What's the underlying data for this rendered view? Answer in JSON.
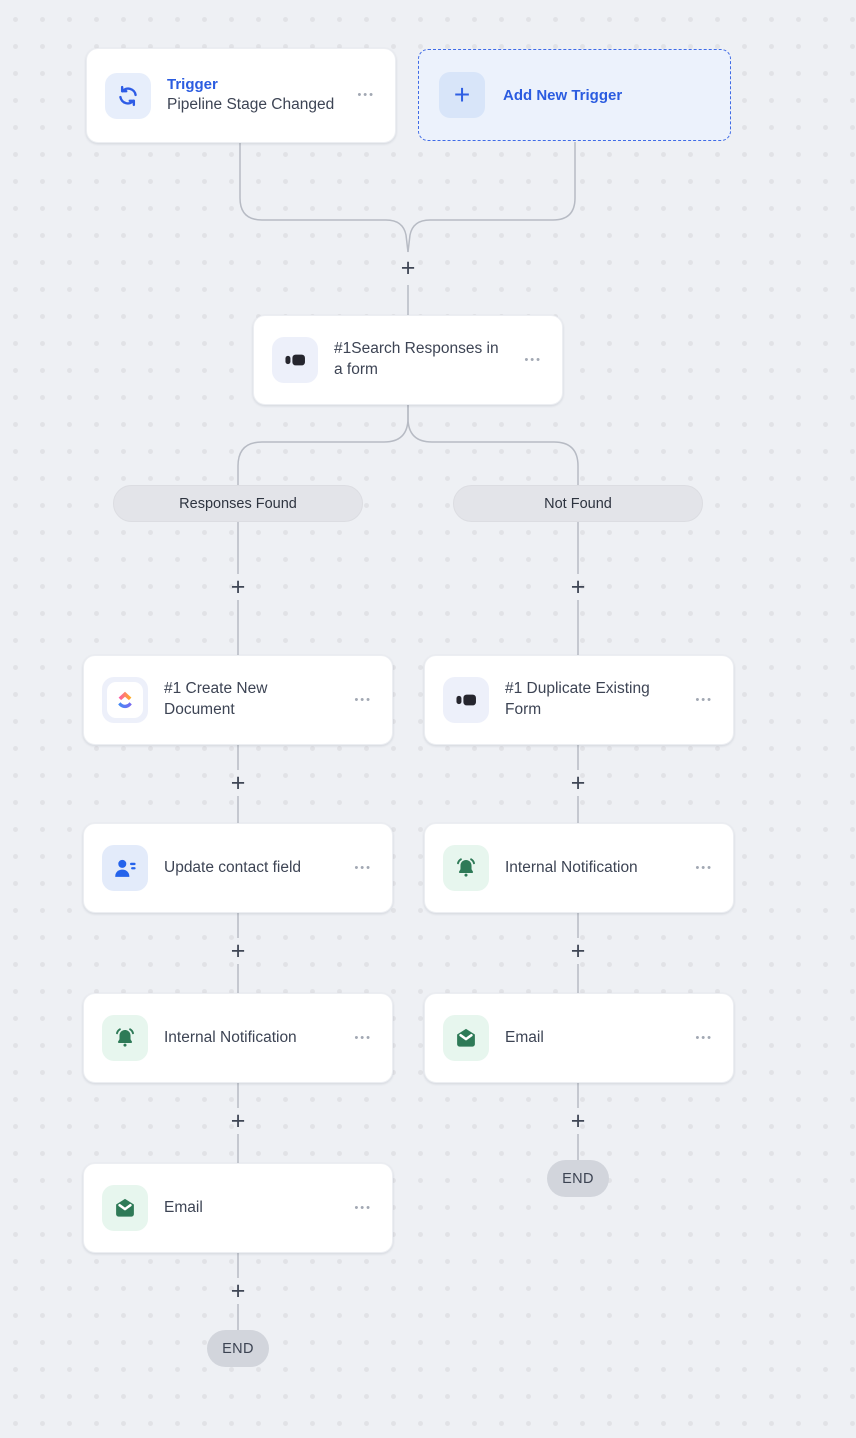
{
  "plus": "+",
  "menu_dots": "•••",
  "trigger_card": {
    "title": "Trigger",
    "subtitle": "Pipeline Stage Changed",
    "icon": "sync-icon"
  },
  "add_trigger_card": {
    "label": "Add New Trigger",
    "plus": "+",
    "icon": "plus-icon"
  },
  "search_card": {
    "title": "#1Search Responses in a form",
    "icon": "form-icon"
  },
  "branch_left": {
    "label": "Responses Found",
    "steps": [
      {
        "title": "#1 Create New Document",
        "icon": "clickup-icon"
      },
      {
        "title": "Update contact field",
        "icon": "contact-icon"
      },
      {
        "title": "Internal Notification",
        "icon": "bell-icon"
      },
      {
        "title": "Email",
        "icon": "email-icon"
      }
    ],
    "end_label": "END"
  },
  "branch_right": {
    "label": "Not Found",
    "steps": [
      {
        "title": "#1 Duplicate Existing Form",
        "icon": "form-icon"
      },
      {
        "title": "Internal Notification",
        "icon": "bell-icon"
      },
      {
        "title": "Email",
        "icon": "email-icon"
      }
    ],
    "end_label": "END"
  },
  "colors": {
    "accent_blue": "#2b5ce0",
    "icon_blue": "#2563eb",
    "icon_green": "#2e7a57",
    "icon_dark": "#26262e",
    "connector": "#b7bbc4",
    "canvas_bg": "#eef0f4"
  }
}
